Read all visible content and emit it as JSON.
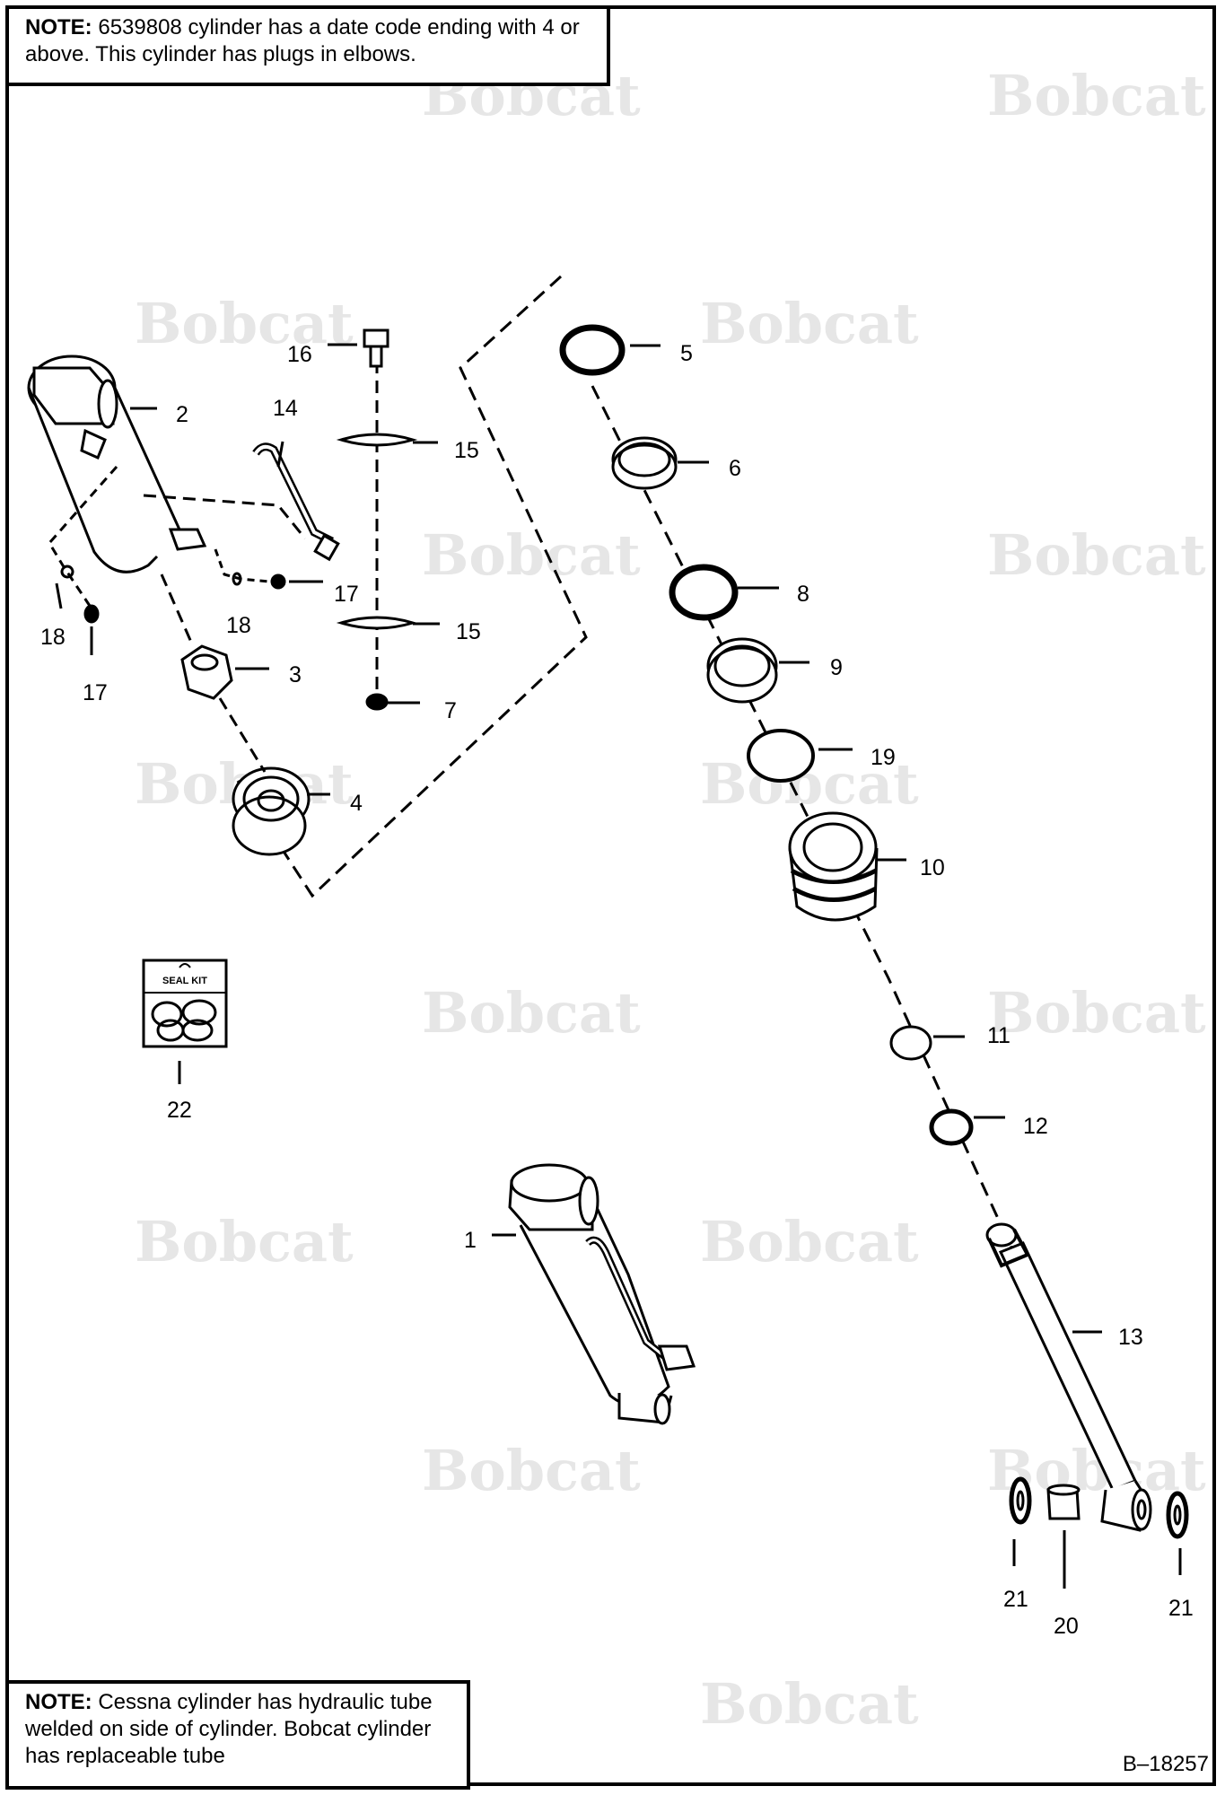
{
  "notes": {
    "top": {
      "prefix": "NOTE:",
      "text": " 6539808 cylinder has a date code ending with 4 or above. This cylinder has plugs in elbows."
    },
    "bottom": {
      "prefix": "NOTE:",
      "text": " Cessna cylinder has hydraulic tube welded on side of cylinder. Bobcat cylinder has replaceable tube"
    }
  },
  "watermark": "Bobcat",
  "seal_kit_label": "SEAL KIT",
  "figure_code": "B–18257",
  "callouts": [
    "1",
    "2",
    "3",
    "4",
    "5",
    "6",
    "7",
    "8",
    "9",
    "10",
    "11",
    "12",
    "13",
    "14",
    "15",
    "15",
    "16",
    "17",
    "17",
    "18",
    "18",
    "19",
    "20",
    "21",
    "21",
    "22"
  ]
}
